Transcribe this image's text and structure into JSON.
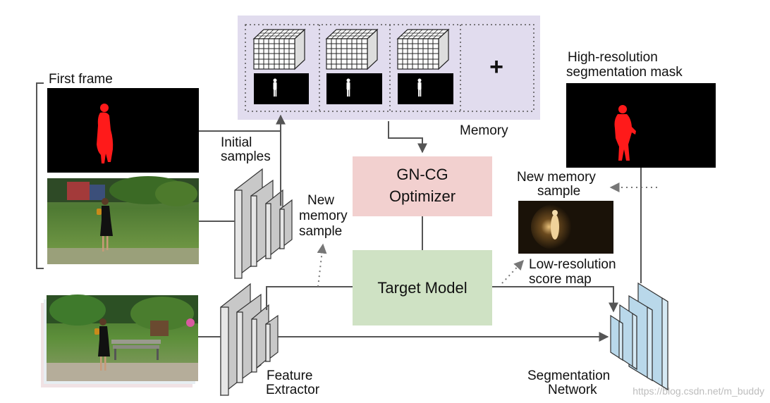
{
  "memory": {
    "title": "Memory",
    "plus": "+"
  },
  "first_frame": {
    "title": "First frame"
  },
  "labels": {
    "initial_samples_1": "Initial",
    "initial_samples_2": "samples",
    "new_mem_left_1": "New",
    "new_mem_left_2": "memory",
    "new_mem_left_3": "sample",
    "new_mem_right_1": "New memory",
    "new_mem_right_2": "sample",
    "high_res_1": "High-resolution",
    "high_res_2": "segmentation mask",
    "low_res_1": "Low-resolution",
    "low_res_2": "score map",
    "feature_extractor_1": "Feature",
    "feature_extractor_2": "Extractor",
    "seg_network_1": "Segmentation",
    "seg_network_2": "Network"
  },
  "boxes": {
    "optimizer_1": "GN-CG",
    "optimizer_2": "Optimizer",
    "target_model": "Target Model"
  },
  "watermark": "https://blog.csdn.net/m_buddy",
  "colors": {
    "memory_bg": "#e1dcee",
    "optimizer_bg": "#f2d0cf",
    "target_bg": "#cfe2c4",
    "mask_red": "#ff1a1a",
    "extractor_gray": "#c8c8c8",
    "seg_net_blue": "#b9d8ea"
  }
}
